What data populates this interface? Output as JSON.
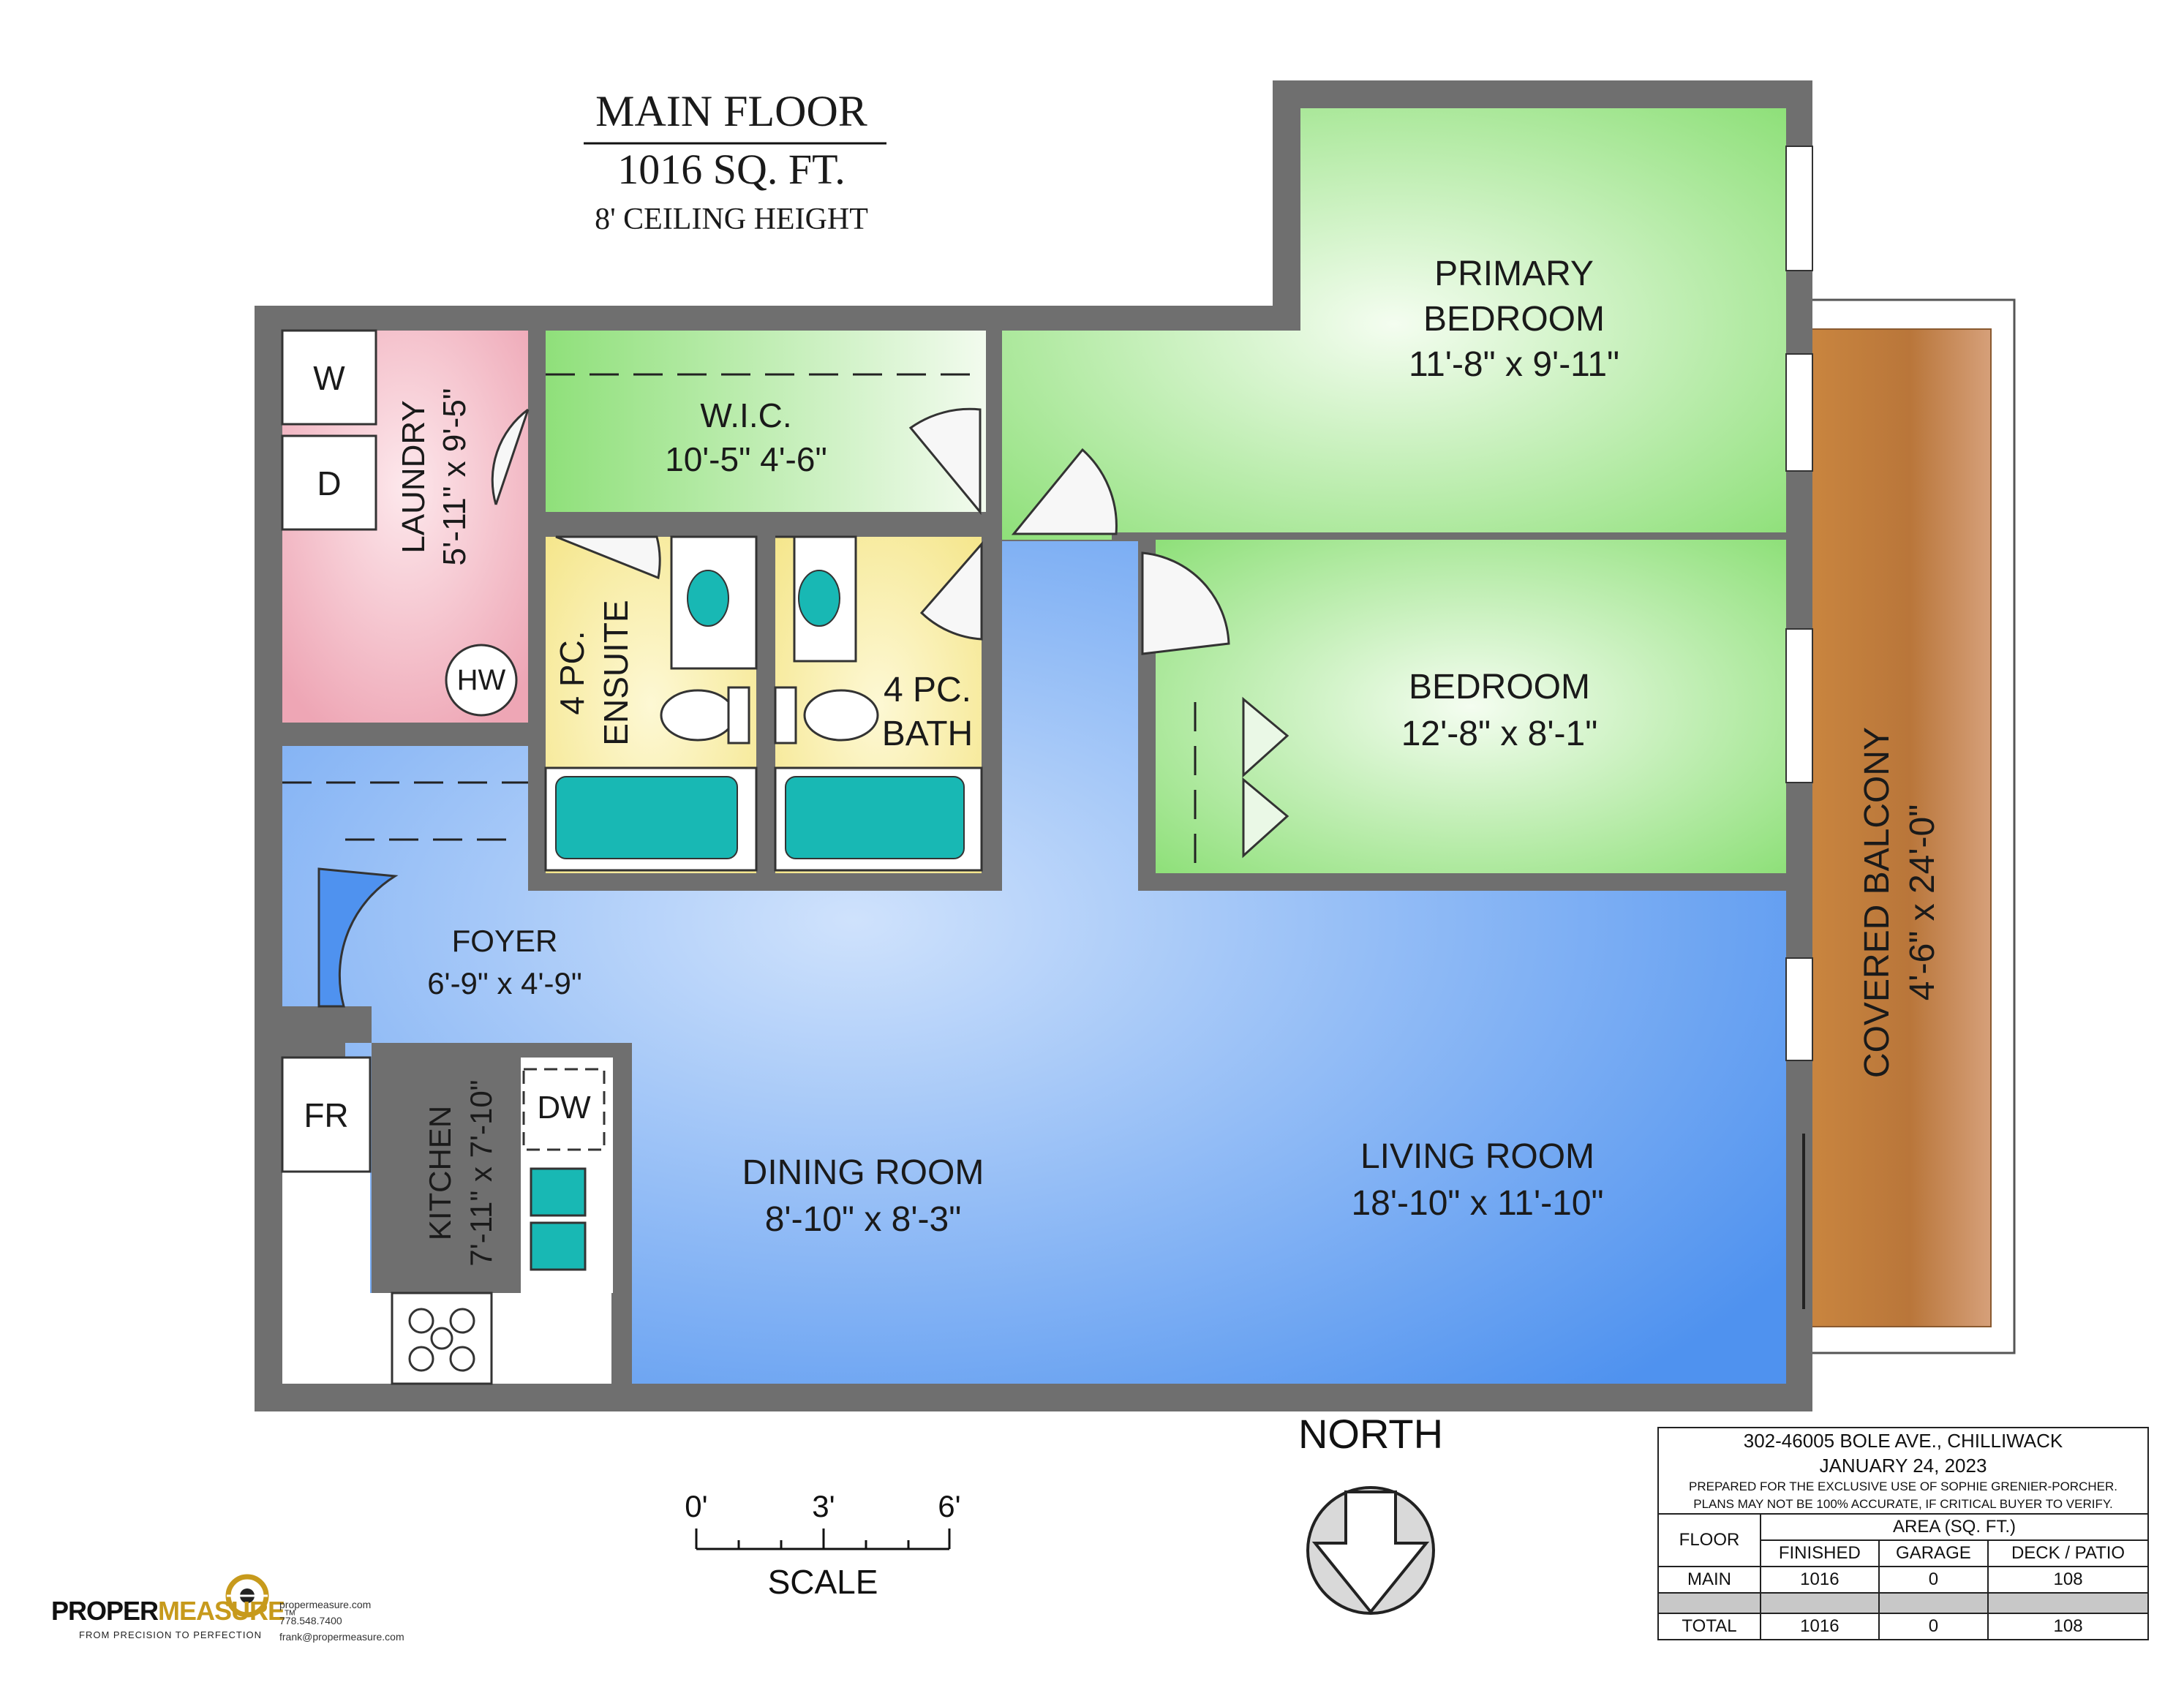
{
  "header": {
    "title": "MAIN FLOOR",
    "area": "1016 SQ. FT.",
    "ceiling": "8' CEILING HEIGHT"
  },
  "colors": {
    "wall": "#6e6e6e",
    "laundry": "#f2b9c4",
    "bedroom_green": "#8fe07a",
    "bath_yellow": "#f7ec9c",
    "living_blue": "#6aa6f2",
    "balcony": "#c8874a",
    "tub": "#18b8b4"
  },
  "rooms": {
    "primary_bedroom": {
      "name_line1": "PRIMARY",
      "name_line2": "BEDROOM",
      "dims": "11'-8\" x 9'-11\""
    },
    "wic": {
      "name": "W.I.C.",
      "dims": "10'-5\" 4'-6\""
    },
    "laundry": {
      "name": "LAUNDRY",
      "dims": "5'-11\" x 9'-5\""
    },
    "washer": "W",
    "dryer": "D",
    "hot_water": "HW",
    "ensuite": {
      "name_line1": "4 PC.",
      "name_line2": "ENSUITE"
    },
    "bath": {
      "name_line1": "4 PC.",
      "name_line2": "BATH"
    },
    "bedroom": {
      "name": "BEDROOM",
      "dims": "12'-8\" x 8'-1\""
    },
    "foyer": {
      "name": "FOYER",
      "dims": "6'-9\" x 4'-9\""
    },
    "kitchen": {
      "name": "KITCHEN",
      "dims": "7'-11\" x 7'-10\""
    },
    "fridge": "FR",
    "dishwasher": "DW",
    "dining": {
      "name": "DINING ROOM",
      "dims": "8'-10\" x 8'-3\""
    },
    "living": {
      "name": "LIVING ROOM",
      "dims": "18'-10\" x 11'-10\""
    },
    "balcony": {
      "name": "COVERED BALCONY",
      "dims": "4'-6\" x 24'-0\""
    }
  },
  "compass": {
    "label": "NORTH"
  },
  "scale": {
    "ticks": [
      "0'",
      "3'",
      "6'"
    ],
    "label": "SCALE"
  },
  "logo": {
    "brand_part1": "PROPER",
    "brand_part2": "MEASURE",
    "tm": "TM",
    "tagline": "FROM PRECISION TO PERFECTION",
    "website": "propermeasure.com",
    "phone": "778.548.7400",
    "email": "frank@propermeasure.com"
  },
  "info_table": {
    "address": "302-46005 BOLE AVE., CHILLIWACK",
    "date": "JANUARY 24, 2023",
    "note1": "PREPARED FOR THE EXCLUSIVE USE OF SOPHIE GRENIER-PORCHER.",
    "note2": "PLANS MAY NOT BE 100% ACCURATE, IF CRITICAL BUYER TO VERIFY.",
    "floor_header": "FLOOR",
    "area_header": "AREA (SQ. FT.)",
    "columns": [
      "FINISHED",
      "GARAGE",
      "DECK / PATIO"
    ],
    "rows": [
      {
        "floor": "MAIN",
        "finished": "1016",
        "garage": "0",
        "deck": "108"
      },
      {
        "floor": "TOTAL",
        "finished": "1016",
        "garage": "0",
        "deck": "108"
      }
    ]
  }
}
